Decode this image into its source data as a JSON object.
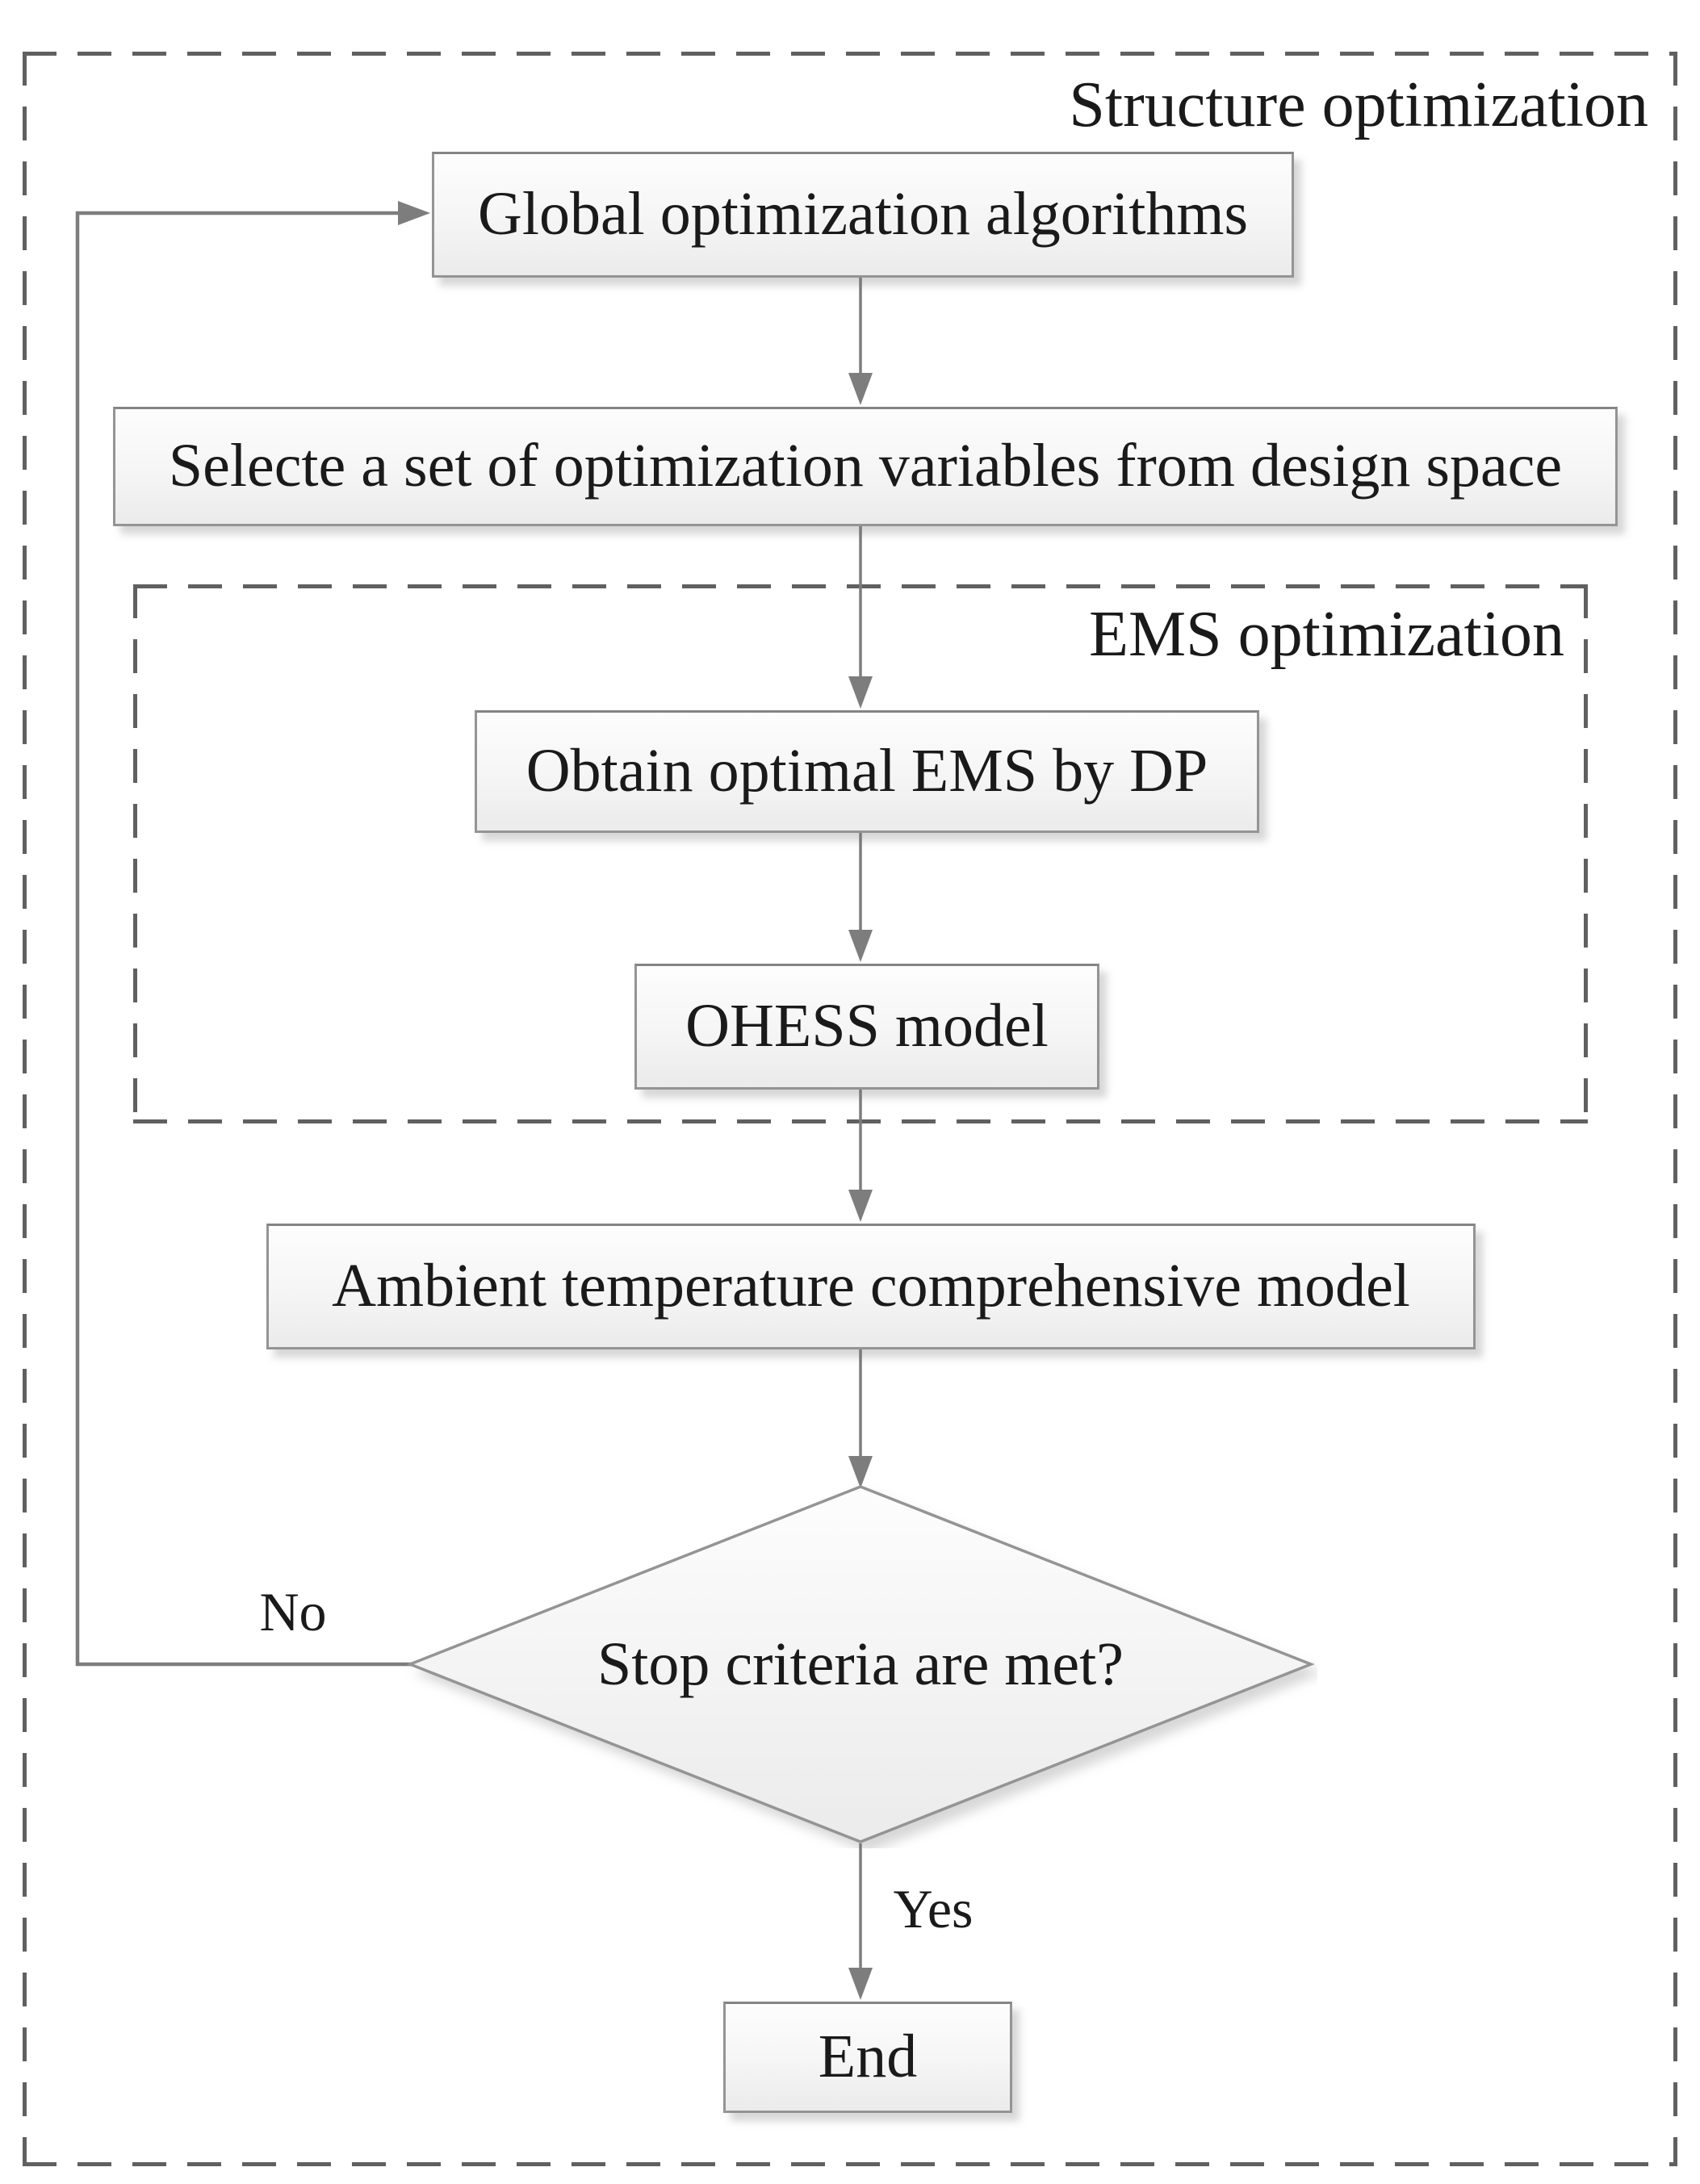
{
  "figure": {
    "outer_region": {
      "label": "Structure optimization"
    },
    "inner_region": {
      "label": "EMS optimization"
    },
    "nodes": {
      "global": {
        "label": "Global optimization algorithms"
      },
      "select": {
        "label": "Selecte a set of optimization variables from design space"
      },
      "obtain": {
        "label": "Obtain optimal EMS by DP"
      },
      "ohess": {
        "label": "OHESS model"
      },
      "ambient": {
        "label": "Ambient temperature comprehensive model"
      },
      "decision": {
        "label": "Stop criteria are met?"
      },
      "end": {
        "label": "End"
      }
    },
    "branch_labels": {
      "yes": "Yes",
      "no": "No"
    }
  },
  "colors": {
    "background": "#ffffff",
    "node_fill_top": "#fdfdfd",
    "node_fill_mid": "#f5f5f5",
    "node_fill_bottom": "#ebebeb",
    "node_border": "#949494",
    "arrow": "#7d7d7d",
    "dash": "#606060",
    "text": "#1a1a1a"
  }
}
